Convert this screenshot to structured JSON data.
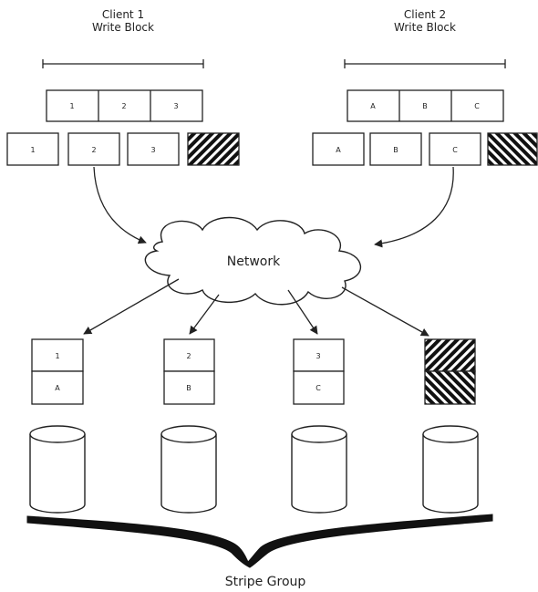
{
  "clients": [
    {
      "title_line1": "Client 1",
      "title_line2": "Write Block",
      "write_block_labels": [
        "1",
        "2",
        "3"
      ],
      "fragment_labels": [
        "1",
        "2",
        "3"
      ],
      "parity": "hatched-parity-forward"
    },
    {
      "title_line1": "Client 2",
      "title_line2": "Write Block",
      "write_block_labels": [
        "A",
        "B",
        "C"
      ],
      "fragment_labels": [
        "A",
        "B",
        "C"
      ],
      "parity": "hatched-parity-backward"
    }
  ],
  "network": {
    "label": "Network",
    "shape": "cloud"
  },
  "servers": [
    {
      "top": "1",
      "bottom": "A"
    },
    {
      "top": "2",
      "bottom": "B"
    },
    {
      "top": "3",
      "bottom": "C"
    },
    {
      "top": "",
      "bottom": "",
      "parity": true
    }
  ],
  "disks": [
    "disk-1",
    "disk-2",
    "disk-3",
    "disk-4"
  ],
  "stripe_group": {
    "label": "Stripe Group"
  }
}
